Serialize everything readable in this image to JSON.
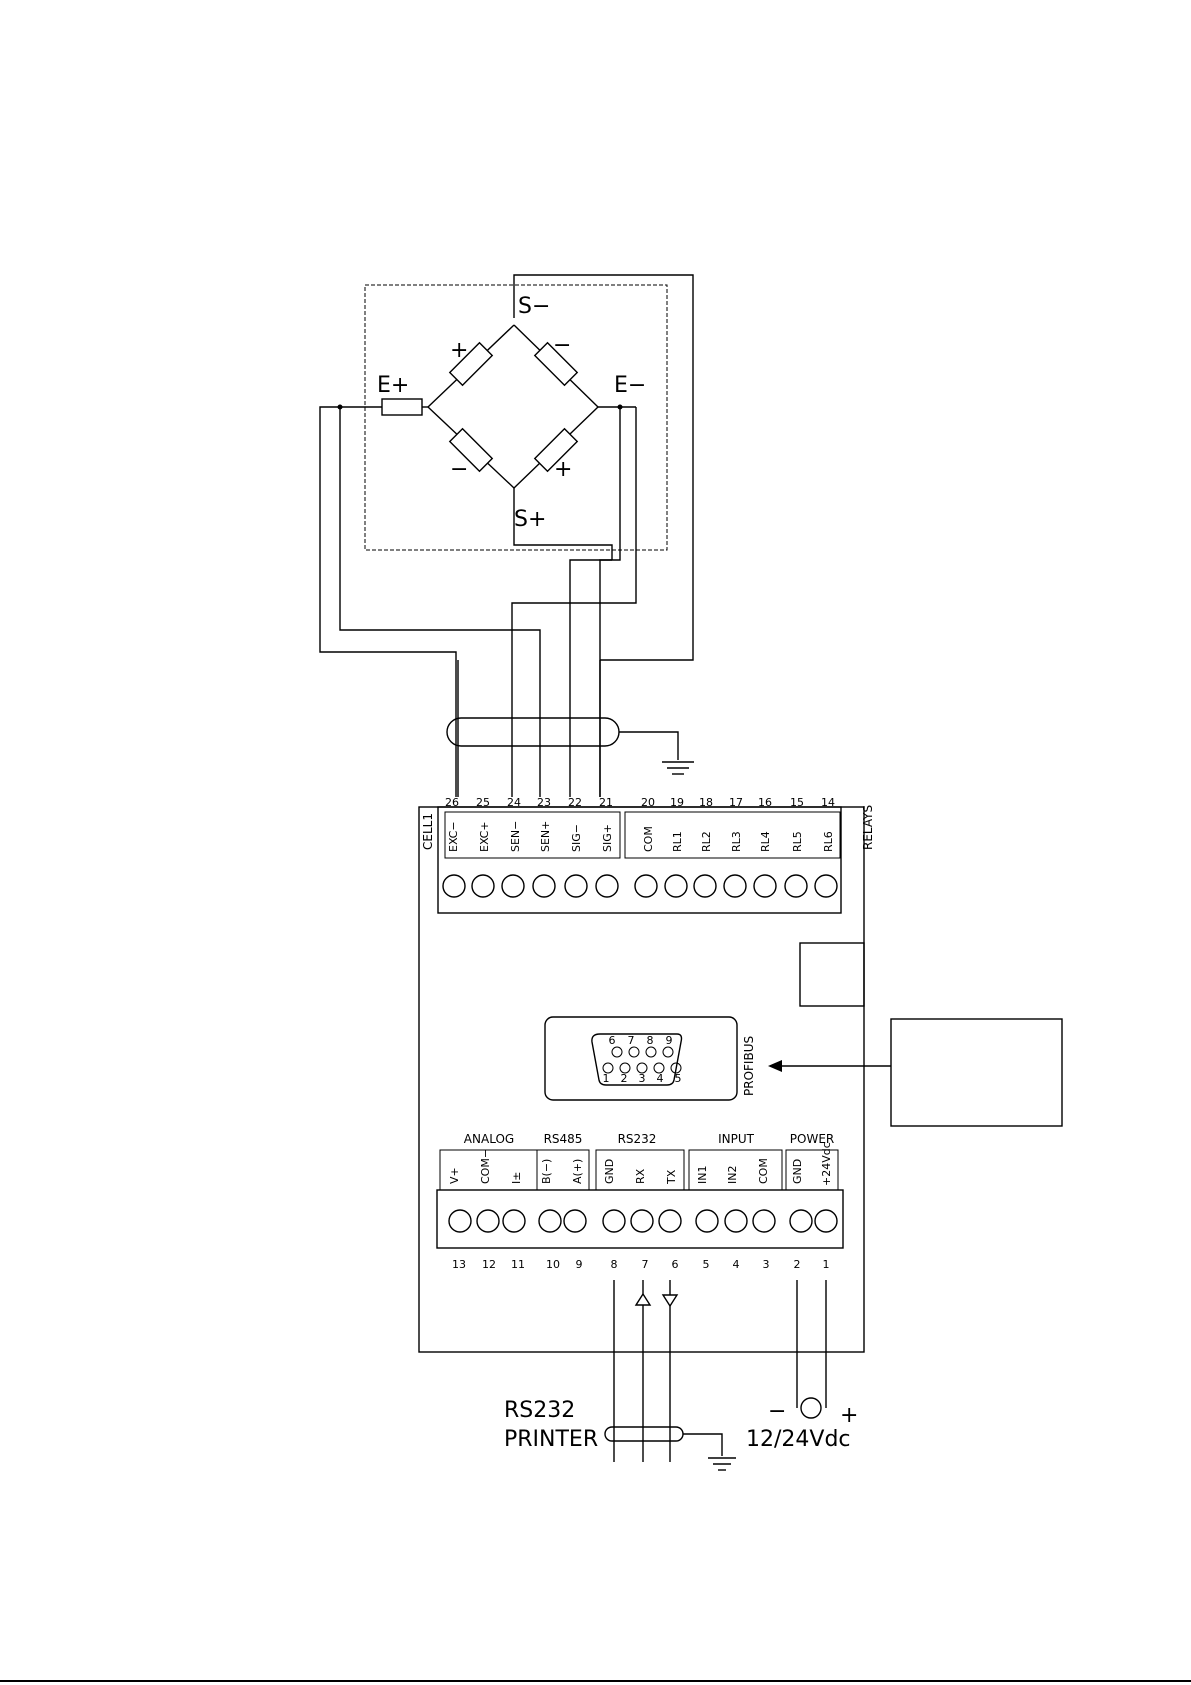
{
  "bridge": {
    "s_minus": "S−",
    "s_plus": "S+",
    "e_plus": "E+",
    "e_minus": "E−",
    "sign_tl": "+",
    "sign_tr": "−",
    "sign_bl": "−",
    "sign_br": "+"
  },
  "cell_block": {
    "title": "CELL1",
    "terminals": [
      {
        "num": "26",
        "label": "EXC−"
      },
      {
        "num": "25",
        "label": "EXC+"
      },
      {
        "num": "24",
        "label": "SEN−"
      },
      {
        "num": "23",
        "label": "SEN+"
      },
      {
        "num": "22",
        "label": "SIG−"
      },
      {
        "num": "21",
        "label": "SIG+"
      }
    ]
  },
  "relay_block": {
    "title": "RELAYS",
    "terminals": [
      {
        "num": "20",
        "label": "COM"
      },
      {
        "num": "19",
        "label": "RL1"
      },
      {
        "num": "18",
        "label": "RL2"
      },
      {
        "num": "17",
        "label": "RL3"
      },
      {
        "num": "16",
        "label": "RL4"
      },
      {
        "num": "15",
        "label": "RL5"
      },
      {
        "num": "14",
        "label": "RL6"
      }
    ]
  },
  "profibus": {
    "label": "PROFIBUS",
    "pins_top": [
      "6",
      "7",
      "8",
      "9"
    ],
    "pins_bottom": [
      "1",
      "2",
      "3",
      "4",
      "5"
    ]
  },
  "bottom_groups": [
    {
      "title": "ANALOG",
      "terminals": [
        {
          "num": "13",
          "label": "V+"
        },
        {
          "num": "12",
          "label": "COM−"
        },
        {
          "num": "11",
          "label": "I±"
        }
      ]
    },
    {
      "title": "RS485",
      "terminals": [
        {
          "num": "10",
          "label": "B(−)"
        },
        {
          "num": "9",
          "label": "A(+)"
        }
      ]
    },
    {
      "title": "RS232",
      "terminals": [
        {
          "num": "8",
          "label": "GND"
        },
        {
          "num": "7",
          "label": "RX"
        },
        {
          "num": "6",
          "label": "TX"
        }
      ]
    },
    {
      "title": "INPUT",
      "terminals": [
        {
          "num": "5",
          "label": "IN1"
        },
        {
          "num": "4",
          "label": "IN2"
        },
        {
          "num": "3",
          "label": "COM"
        }
      ]
    },
    {
      "title": "POWER",
      "terminals": [
        {
          "num": "2",
          "label": "GND"
        },
        {
          "num": "1",
          "label": "+24Vdc"
        }
      ]
    }
  ],
  "rs232_printer": {
    "line1": "RS232",
    "line2": "PRINTER"
  },
  "power_supply": {
    "minus": "−",
    "plus": "+",
    "voltage": "12/24Vdc"
  }
}
